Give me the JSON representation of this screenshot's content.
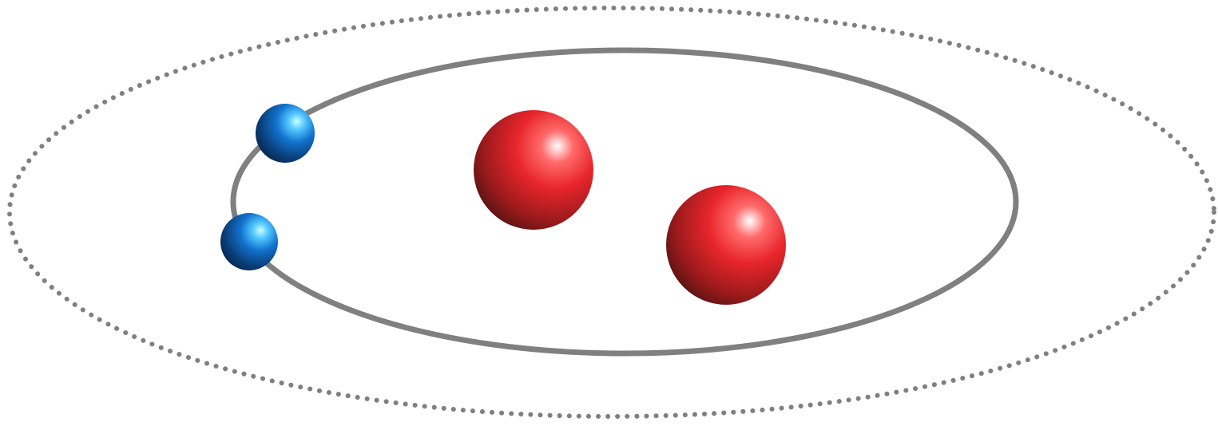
{
  "diagram": {
    "orbit_color": "#808080",
    "background_color": "#ffffff",
    "outer_orbit": {
      "style": "dotted",
      "label": ""
    },
    "inner_orbit": {
      "style": "solid",
      "label": ""
    },
    "large_spheres": {
      "count": 2,
      "color": "#e8262b",
      "shade_color": "#5e1414",
      "highlight_color": "#ffffff"
    },
    "small_spheres": {
      "count": 2,
      "color": "#1273cf",
      "shade_color": "#062a52",
      "highlight_color": "#ccffff"
    }
  }
}
